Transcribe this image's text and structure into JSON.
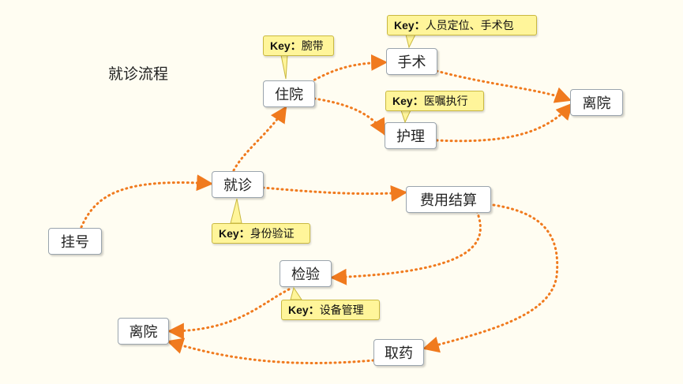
{
  "title": "就诊流程",
  "nodes": {
    "guahao": "挂号",
    "jiuzhen": "就诊",
    "zhuyuan": "住院",
    "shoushu": "手术",
    "huli": "护理",
    "liyuan1": "离院",
    "feiyong": "费用结算",
    "jianyan": "检验",
    "quyao": "取药",
    "liyuan2": "离院"
  },
  "callouts": {
    "key_label": "Key：",
    "wandai": "腕带",
    "shoushubao": "人员定位、手术包",
    "yizhu": "医嘱执行",
    "shenfen": "身份验证",
    "shebei": "设备管理"
  },
  "colors": {
    "edge": "#f07a1e",
    "callout_fill": "#fff59a",
    "background": "#fffdf2"
  }
}
